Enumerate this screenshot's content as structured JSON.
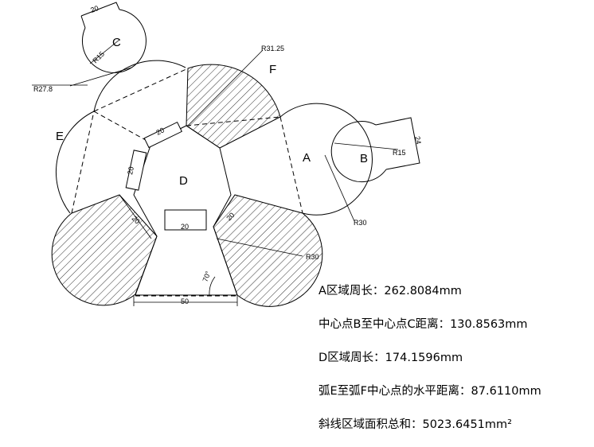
{
  "regions": {
    "A": "A",
    "B": "B",
    "C": "C",
    "D": "D",
    "E": "E",
    "F": "F"
  },
  "dimensions": {
    "c_slot_width": "20",
    "c_radius": "R15",
    "c_outer_radius": "R27.8",
    "f_radius": "R31.25",
    "b_radius": "R15",
    "b_slot_width": "24",
    "a_radius": "R30",
    "d_top_slot": "20",
    "d_left_slot": "20",
    "d_upper_slot": "20",
    "d_bottom_inner": "20",
    "d_bottom_width": "50",
    "angle": "70°",
    "left_hatch_width": "20",
    "right_hatch_width": "20",
    "right_radius": "R30"
  },
  "results": [
    {
      "label": "A区域周长：",
      "value": "262.8084mm"
    },
    {
      "label": "中心点B至中心点C距离：",
      "value": "130.8563mm"
    },
    {
      "label": "D区域周长：",
      "value": "174.1596mm"
    },
    {
      "label": "弧E至弧F中心点的水平距离：",
      "value": "87.6110mm"
    },
    {
      "label": "斜线区域面积总和：",
      "value": "5023.6451mm²"
    }
  ],
  "colors": {
    "line": "#000000",
    "background": "#ffffff"
  }
}
